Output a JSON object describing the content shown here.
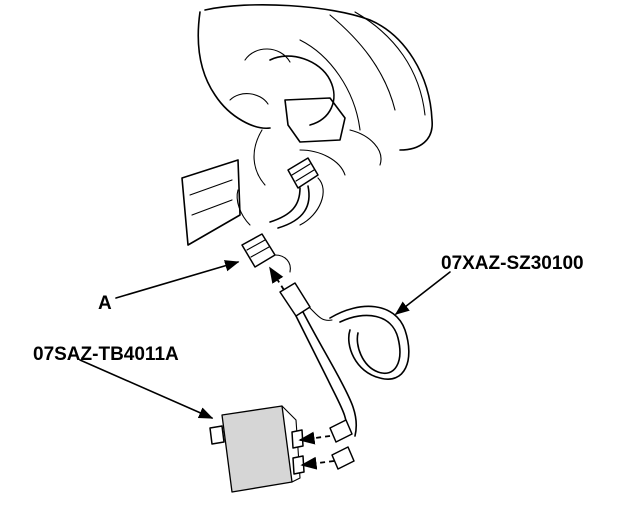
{
  "callouts": {
    "connector": "A",
    "harness_part": "07XAZ-SZ30100",
    "tester_part": "07SAZ-TB4011A"
  }
}
